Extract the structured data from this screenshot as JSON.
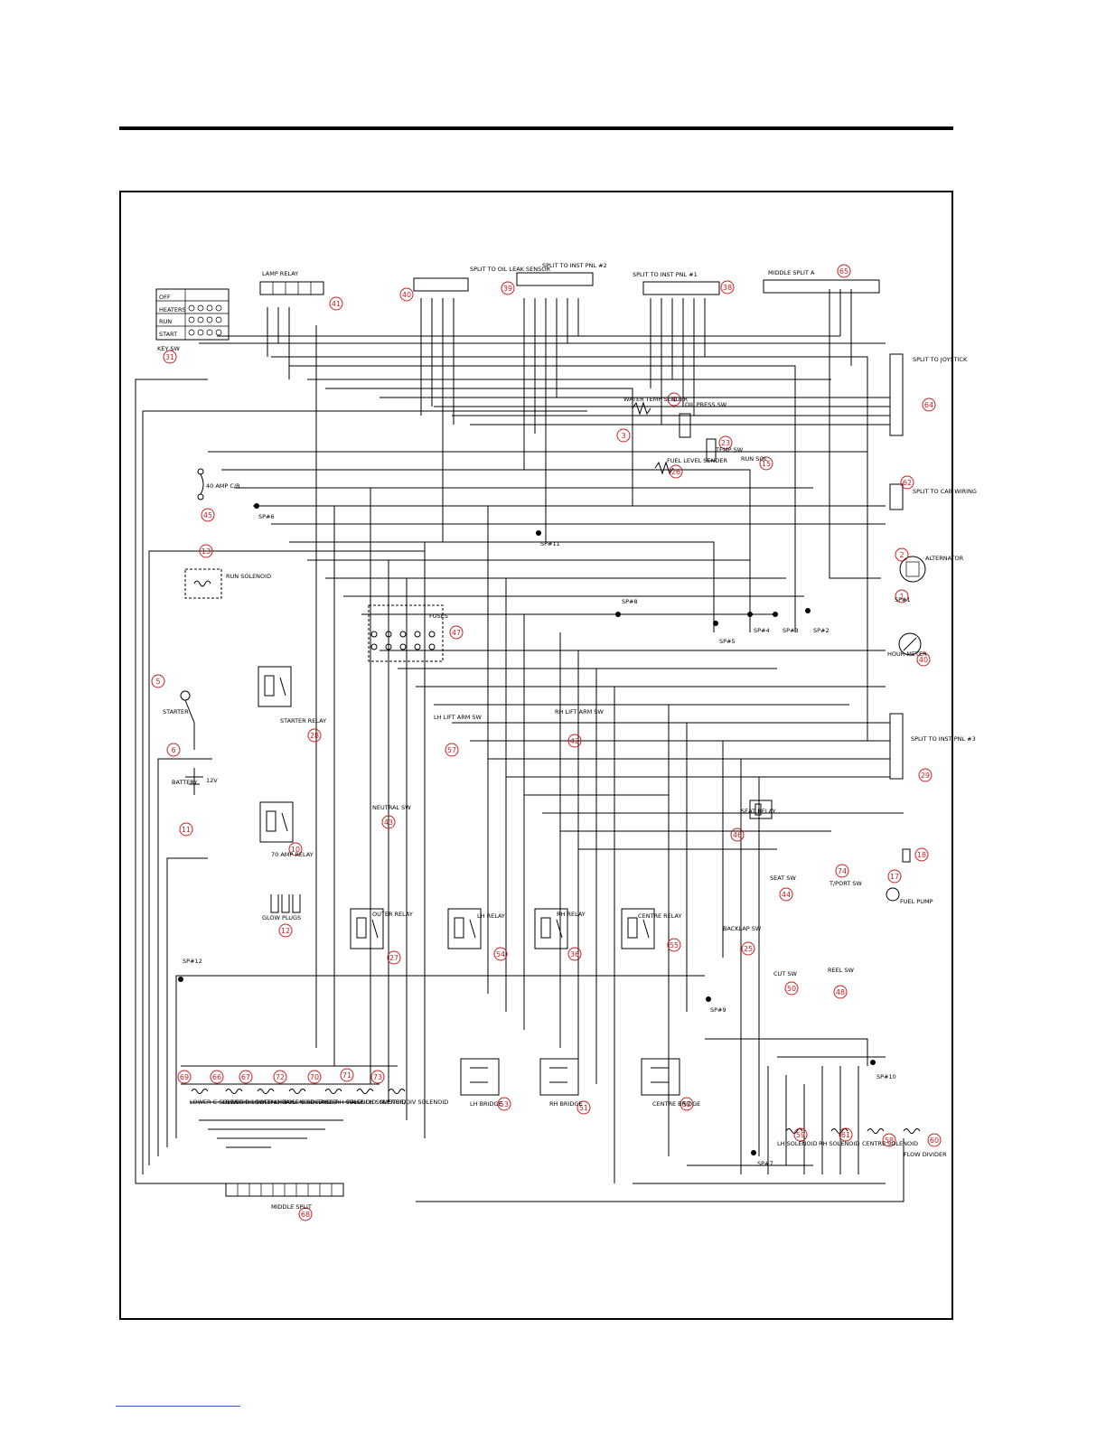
{
  "callout_color": "#c81e1e",
  "components": [
    {
      "id": "c31",
      "num": "31",
      "label": "KEY SW"
    },
    {
      "id": "c41",
      "num": "41",
      "label": "LAMP RELAY"
    },
    {
      "id": "c40",
      "num": "40",
      "label": "SPLIT TO OIL LEAK SENSOR"
    },
    {
      "id": "c39",
      "num": "39",
      "label": "SPLIT TO INST PNL #2"
    },
    {
      "id": "c38",
      "num": "38",
      "label": "SPLIT TO INST PNL #1"
    },
    {
      "id": "c65",
      "num": "65",
      "label": "MIDDLE SPLIT A"
    },
    {
      "id": "c64",
      "num": "64",
      "label": "SPLIT TO JOYSTICK"
    },
    {
      "id": "c4",
      "num": "4",
      "label": "OIL PRESS SW"
    },
    {
      "id": "c3",
      "num": "3",
      "label": "WATER TEMP SENDER"
    },
    {
      "id": "c23",
      "num": "23",
      "label": "TEMP SW"
    },
    {
      "id": "c26",
      "num": "26",
      "label": "FUEL LEVEL SENDER"
    },
    {
      "id": "c15",
      "num": "15",
      "label": "RUN SOL"
    },
    {
      "id": "c62",
      "num": "62",
      "label": "SPLIT TO CAB WIRING"
    },
    {
      "id": "c45",
      "num": "45",
      "label": "40 AMP C/B"
    },
    {
      "id": "c13",
      "num": "13",
      "label": "RUN SOLENOID"
    },
    {
      "id": "c2",
      "num": "2",
      "label": "ALTERNATOR"
    },
    {
      "id": "c1",
      "num": "1",
      "label": ""
    },
    {
      "id": "c47",
      "num": "47",
      "label": "FUSES"
    },
    {
      "id": "c40b",
      "num": "40",
      "label": "HOUR METER"
    },
    {
      "id": "c5",
      "num": "5",
      "label": "STARTER"
    },
    {
      "id": "c28",
      "num": "28",
      "label": "STARTER RELAY"
    },
    {
      "id": "c57",
      "num": "57",
      "label": "LH LIFT ARM SW"
    },
    {
      "id": "c42",
      "num": "42",
      "label": "RH LIFT ARM SW"
    },
    {
      "id": "c29",
      "num": "29",
      "label": "SPLIT TO INST PNL #3"
    },
    {
      "id": "c6",
      "num": "6",
      "label": "BATTERY"
    },
    {
      "id": "c43",
      "num": "43",
      "label": "NEUTRAL SW"
    },
    {
      "id": "c46",
      "num": "46",
      "label": "SEAT RELAY"
    },
    {
      "id": "c18",
      "num": "18",
      "label": ""
    },
    {
      "id": "c11",
      "num": "11",
      "label": ""
    },
    {
      "id": "c10",
      "num": "10",
      "label": "70 AMP RELAY"
    },
    {
      "id": "c74",
      "num": "74",
      "label": "T/PORT SW"
    },
    {
      "id": "c17",
      "num": "17",
      "label": "FUEL PUMP"
    },
    {
      "id": "c44",
      "num": "44",
      "label": "SEAT SW"
    },
    {
      "id": "c12",
      "num": "12",
      "label": "GLOW PLUGS"
    },
    {
      "id": "c27",
      "num": "27",
      "label": "OUTER RELAY"
    },
    {
      "id": "c54",
      "num": "54",
      "label": "LH RELAY"
    },
    {
      "id": "c36",
      "num": "36",
      "label": "RH RELAY"
    },
    {
      "id": "c55",
      "num": "55",
      "label": "CENTRE RELAY"
    },
    {
      "id": "c25",
      "num": "25",
      "label": "BACKLAP SW"
    },
    {
      "id": "c48",
      "num": "48",
      "label": "REEL SW"
    },
    {
      "id": "c50",
      "num": "50",
      "label": "CUT SW"
    },
    {
      "id": "c69",
      "num": "69",
      "label": "LOWER C SOLENOID"
    },
    {
      "id": "c66",
      "num": "66",
      "label": "LOWER RH SOLENOID"
    },
    {
      "id": "c67",
      "num": "67",
      "label": "LOWER LH SOLENOID"
    },
    {
      "id": "c72",
      "num": "72",
      "label": "RAISE C SOLENOID"
    },
    {
      "id": "c70",
      "num": "70",
      "label": "RAISE RH SOLENOID"
    },
    {
      "id": "c71",
      "num": "71",
      "label": "RAISE LH SOLENOID"
    },
    {
      "id": "c73",
      "num": "73",
      "label": "MASTER/DIV SOLENOID"
    },
    {
      "id": "c53",
      "num": "53",
      "label": "LH BRIDGE"
    },
    {
      "id": "c51",
      "num": "51",
      "label": "RH BRIDGE"
    },
    {
      "id": "c52",
      "num": "52",
      "label": "CENTRE BRIDGE"
    },
    {
      "id": "c59",
      "num": "59",
      "label": "LH SOLENOID"
    },
    {
      "id": "c61",
      "num": "61",
      "label": "RH SOLENOID"
    },
    {
      "id": "c58",
      "num": "58",
      "label": "CENTRE SOLENOID"
    },
    {
      "id": "c60",
      "num": "60",
      "label": "FLOW DIVIDER"
    },
    {
      "id": "c68",
      "num": "68",
      "label": "MIDDLE SPLIT"
    }
  ],
  "splice_points": [
    "SP#1",
    "SP#2",
    "SP#3",
    "SP#4",
    "SP#5",
    "SP#6",
    "SP#7",
    "SP#8",
    "SP#9",
    "SP#10",
    "SP#11",
    "SP#12"
  ],
  "key_switch_positions": [
    "OFF",
    "HEATERS",
    "RUN",
    "START"
  ],
  "battery_voltage": "12V"
}
